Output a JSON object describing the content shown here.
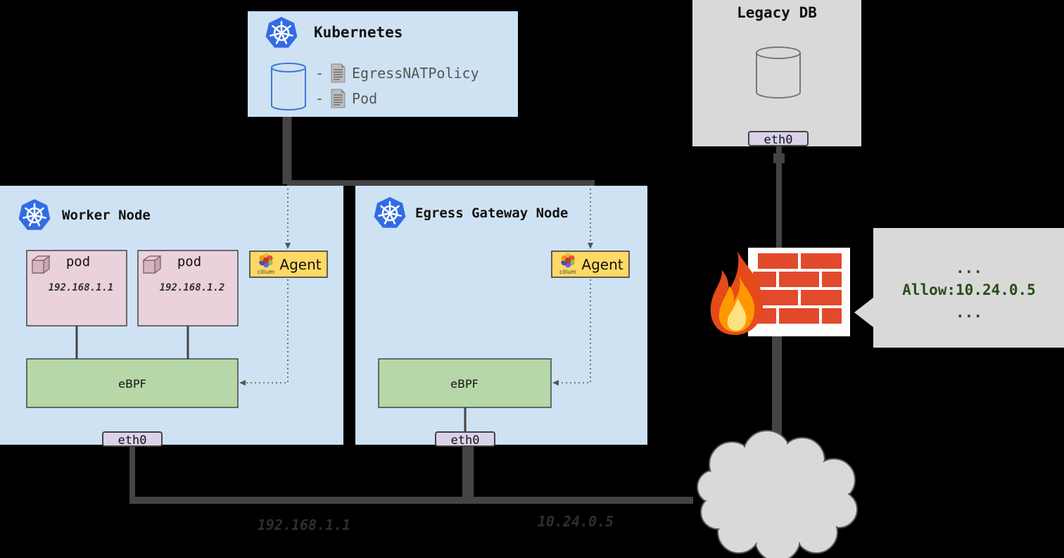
{
  "kubernetes": {
    "title": "Kubernetes",
    "resources": [
      {
        "prefix": "-",
        "label": "EgressNATPolicy"
      },
      {
        "prefix": "-",
        "label": "Pod"
      }
    ]
  },
  "legacy_db": {
    "title": "Legacy DB",
    "iface": "eth0"
  },
  "worker_node": {
    "title": "Worker Node",
    "pods": [
      {
        "label": "pod",
        "ip": "192.168.1.1"
      },
      {
        "label": "pod",
        "ip": "192.168.1.2"
      }
    ],
    "agent": {
      "label": "Agent",
      "logo_text": "cilium"
    },
    "ebpf": "eBPF",
    "iface": "eth0",
    "link_label": "192.168.1.1"
  },
  "gateway_node": {
    "title": "Egress Gateway Node",
    "agent": {
      "label": "Agent",
      "logo_text": "cilium"
    },
    "ebpf": "eBPF",
    "iface": "eth0",
    "link_label": "10.24.0.5"
  },
  "firewall": {
    "rules": [
      "...",
      "Allow:10.24.0.5",
      "..."
    ]
  },
  "colors": {
    "background": "#000000",
    "node_panel": "#cfe2f3",
    "db_panel": "#d9d9d9",
    "pod_fill": "#ead1dc",
    "ebpf_fill": "#b6d7a8",
    "agent_fill": "#ffd966",
    "iface_fill": "#d9d2e9",
    "k8s_blue": "#326ce5",
    "link": "#444444",
    "rule_green": "#274e13",
    "brick": "#e24a2c"
  },
  "icons": {
    "kubernetes": "kubernetes-helm-icon",
    "database": "database-cylinder-icon",
    "document": "document-icon",
    "pod": "cube-icon",
    "cilium": "cilium-logo",
    "firewall": "firewall-brick-wall-icon",
    "flame": "flame-icon",
    "cloud": "cloud-icon"
  }
}
